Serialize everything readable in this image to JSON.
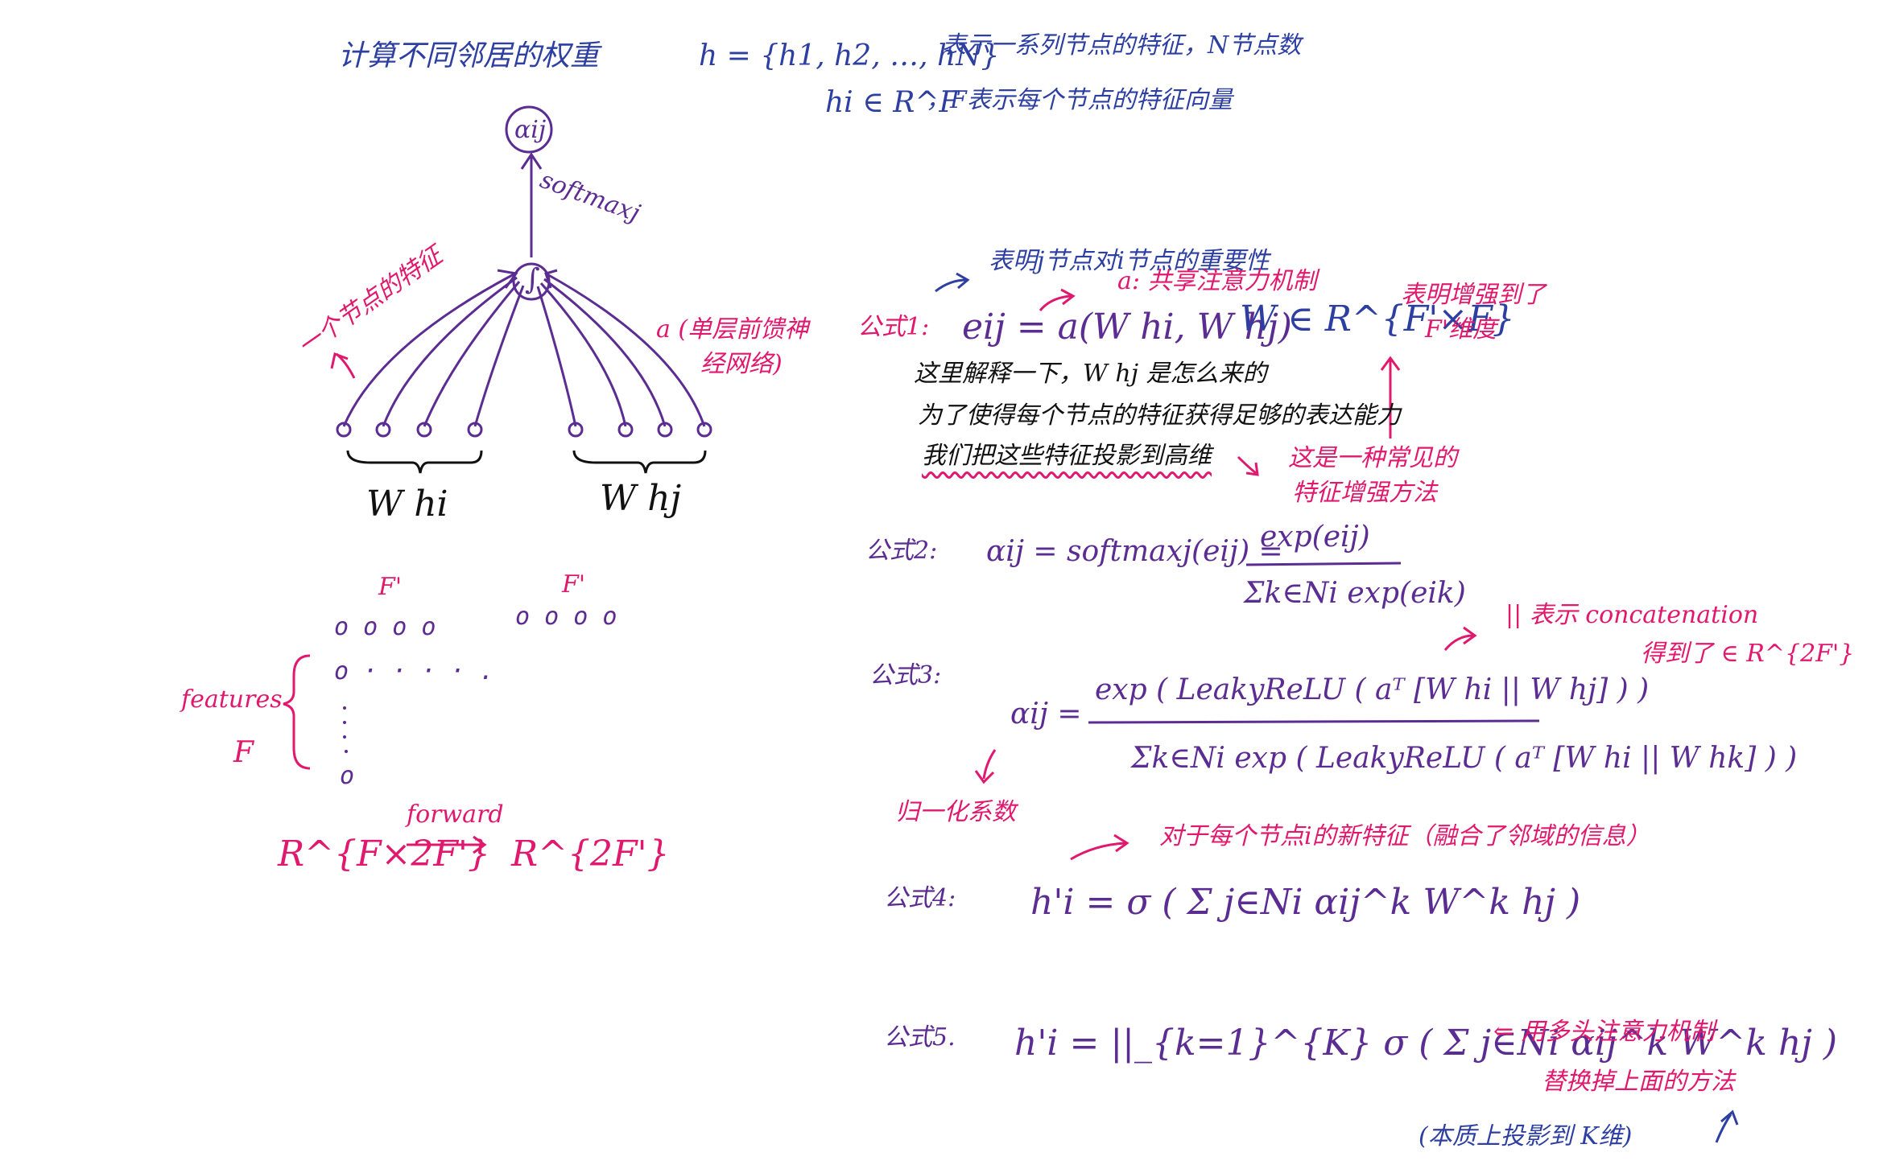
{
  "title": "计算不同邻居的权重",
  "h_def": "h = {h1, h2, …, hN}",
  "h_def_desc": "表示一系列节点的特征，N节点数",
  "hi_def": "hi ∈ R^F",
  "hi_def_desc": "，F表示每个节点的特征向量",
  "left_diagram": {
    "top_node": "αij",
    "softmax_label": "softmaxj",
    "mid_node": "∫",
    "left_note": "一个节点的特征",
    "right_note_line1": "a (单层前馈神",
    "right_note_line2": "经网络)",
    "left_group_label": "W hi",
    "right_group_label": "W hj"
  },
  "matrix": {
    "f_prime_left": "F'",
    "f_prime_right": "F'",
    "row_left": "o o o o",
    "row_right": "o o o o",
    "row2": "o · · · · .",
    "features_label": "features",
    "f_label": "F",
    "last_o": "o",
    "shape_left": "R^{F×2F'}",
    "forward_label": "forward",
    "shape_right": "R^{2F'}"
  },
  "formula1": {
    "note_top": "表明j节点对i节点的重要性",
    "note_a": "a: 共享注意力机制",
    "label": "公式1:",
    "expr": "eij = a(W hi, W hj)",
    "w_def": "W ∈ R^{F'×F}",
    "note_right_line1": "表明增强到了",
    "note_right_line2": "F'维度",
    "explain_line1": "这里解释一下，W hj 是怎么来的",
    "explain_line2": "为了使得每个节点的特征获得足够的表达能力",
    "explain_line3": "我们把这些特征投影到高维",
    "note_enhance_line1": "这是一种常见的",
    "note_enhance_line2": "特征增强方法"
  },
  "formula2": {
    "label": "公式2:",
    "lhs": "αij = softmaxj(eij) =",
    "numerator": "exp(eij)",
    "denominator": "Σk∈Ni exp(eik)"
  },
  "formula3": {
    "concat_note": "|| 表示 concatenation",
    "result_note": "得到了 ∈ R^{2F'}",
    "label": "公式3:",
    "lhs": "αij =",
    "numerator": "exp ( LeakyReLU ( aᵀ [W hi || W hj] ) )",
    "denominator": "Σk∈Ni exp ( LeakyReLU ( aᵀ [W hi || W hk] ) )",
    "norm_note": "归一化系数"
  },
  "formula4": {
    "note": "对于每个节点i的新特征（融合了邻域的信息）",
    "label": "公式4:",
    "expr": "h'i = σ ( Σ j∈Ni αij^k W^k hj )"
  },
  "formula5": {
    "label": "公式5.",
    "expr": "h'i = ||_{k=1}^{K} σ ( Σ j∈Ni αij^k W^k hj )",
    "note_line1": "⇐ 用多头注意力机制",
    "note_line2": "替换掉上面的方法",
    "note_line3": "(本质上投影到 K维)"
  },
  "colors": {
    "blue": "#2d3fa0",
    "purple": "#5b2c91",
    "pink": "#e0186e",
    "black": "#111111"
  }
}
